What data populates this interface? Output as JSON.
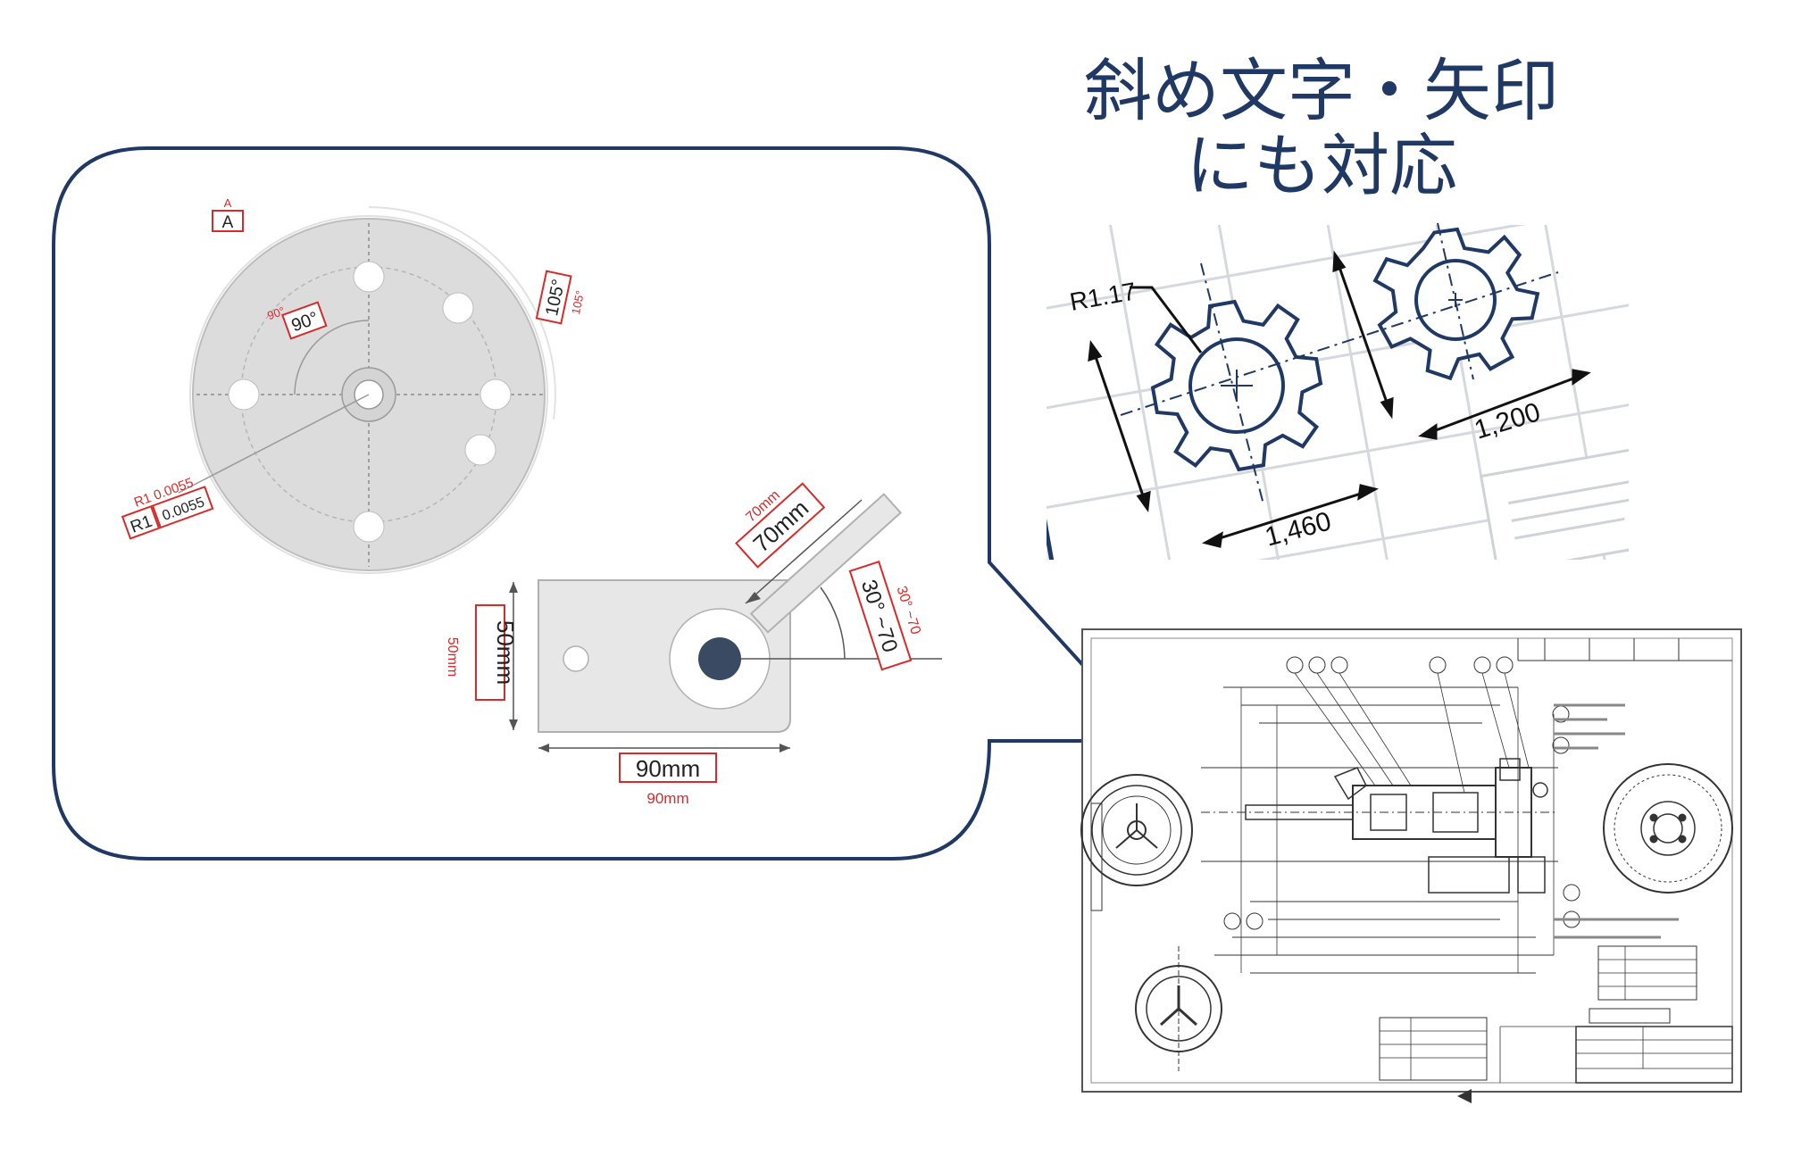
{
  "headline": {
    "line1": "斜め文字・矢印",
    "line2": "にも対応"
  },
  "callout": {
    "flange_drawing": {
      "datum_small": "A",
      "datum_box": "A",
      "angle_small": "90°",
      "angle_box": "90°",
      "rim_angle_small": "105°",
      "rim_angle_box": "105°",
      "radius_small": "R1  0.0055",
      "radius_box_a": "R1",
      "radius_box_b": "0.0055"
    },
    "bracket_drawing": {
      "height_small": "50mm",
      "height_box": "50mm",
      "width_box": "90mm",
      "width_small": "90mm",
      "arm_length_small": "70mm",
      "arm_length_box": "70mm",
      "angle_range_small": "30° ~70",
      "angle_range_box": "30° ~70"
    }
  },
  "gear_drawing": {
    "radius": "R1.17",
    "width_a": "1,460",
    "width_b": "1,200"
  },
  "colors": {
    "navy": "#1f3864",
    "annotation_red": "#d62b2b",
    "plate_fill": "#e7e7e7"
  }
}
